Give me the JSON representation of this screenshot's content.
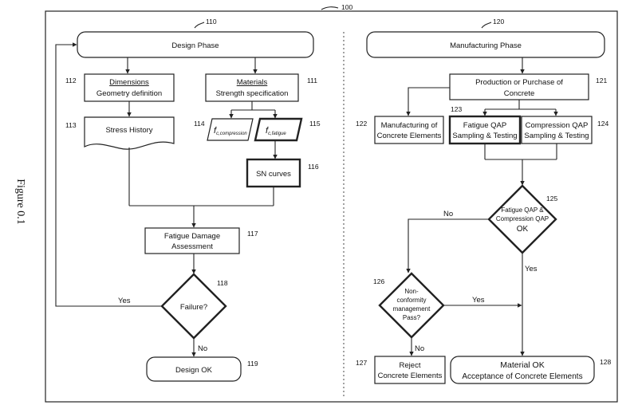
{
  "figure_label": "Figure 0.1",
  "refs": {
    "r100": "100",
    "r110": "110",
    "r111": "111",
    "r112": "112",
    "r113": "113",
    "r114": "114",
    "r115": "115",
    "r116": "116",
    "r117": "117",
    "r118": "118",
    "r119": "119",
    "r120": "120",
    "r121": "121",
    "r122": "122",
    "r123": "123",
    "r124": "124",
    "r125": "125",
    "r126": "126",
    "r127": "127",
    "r128": "128"
  },
  "design": {
    "phase": "Design Phase",
    "dimensions_title": "Dimensions",
    "dimensions_sub": "Geometry definition",
    "materials_title": "Materials",
    "materials_sub": "Strength specification",
    "stress_history": "Stress History",
    "fc_compression_main": "f",
    "fc_compression_sub": "c,compression",
    "fc_fatigue_main": "f",
    "fc_fatigue_sub": "c,fatigue",
    "sn_curves": "SN curves",
    "fatigue_line1": "Fatigue Damage",
    "fatigue_line2": "Assessment",
    "failure": "Failure?",
    "yes": "Yes",
    "no": "No",
    "design_ok": "Design OK"
  },
  "manufacturing": {
    "phase": "Manufacturing Phase",
    "production_line1": "Production or Purchase of",
    "production_line2": "Concrete",
    "manuf_line1": "Manufacturing of",
    "manuf_line2": "Concrete Elements",
    "fatigue_qap_line1": "Fatigue QAP",
    "fatigue_qap_line2": "Sampling & Testing",
    "comp_qap_line1": "Compression QAP",
    "comp_qap_line2": "Sampling & Testing",
    "qap_dec_line1": "Fatigue QAP &",
    "qap_dec_line2": "Compression QAP",
    "qap_dec_line3": "OK",
    "no": "No",
    "yes": "Yes",
    "nc_line1": "Non-",
    "nc_line2": "conformity",
    "nc_line3": "management",
    "nc_line4": "Pass?",
    "nc_yes": "Yes",
    "nc_no": "No",
    "reject_line1": "Reject",
    "reject_line2": "Concrete Elements",
    "material_ok_line1": "Material OK",
    "material_ok_line2": "Acceptance of Concrete Elements"
  }
}
